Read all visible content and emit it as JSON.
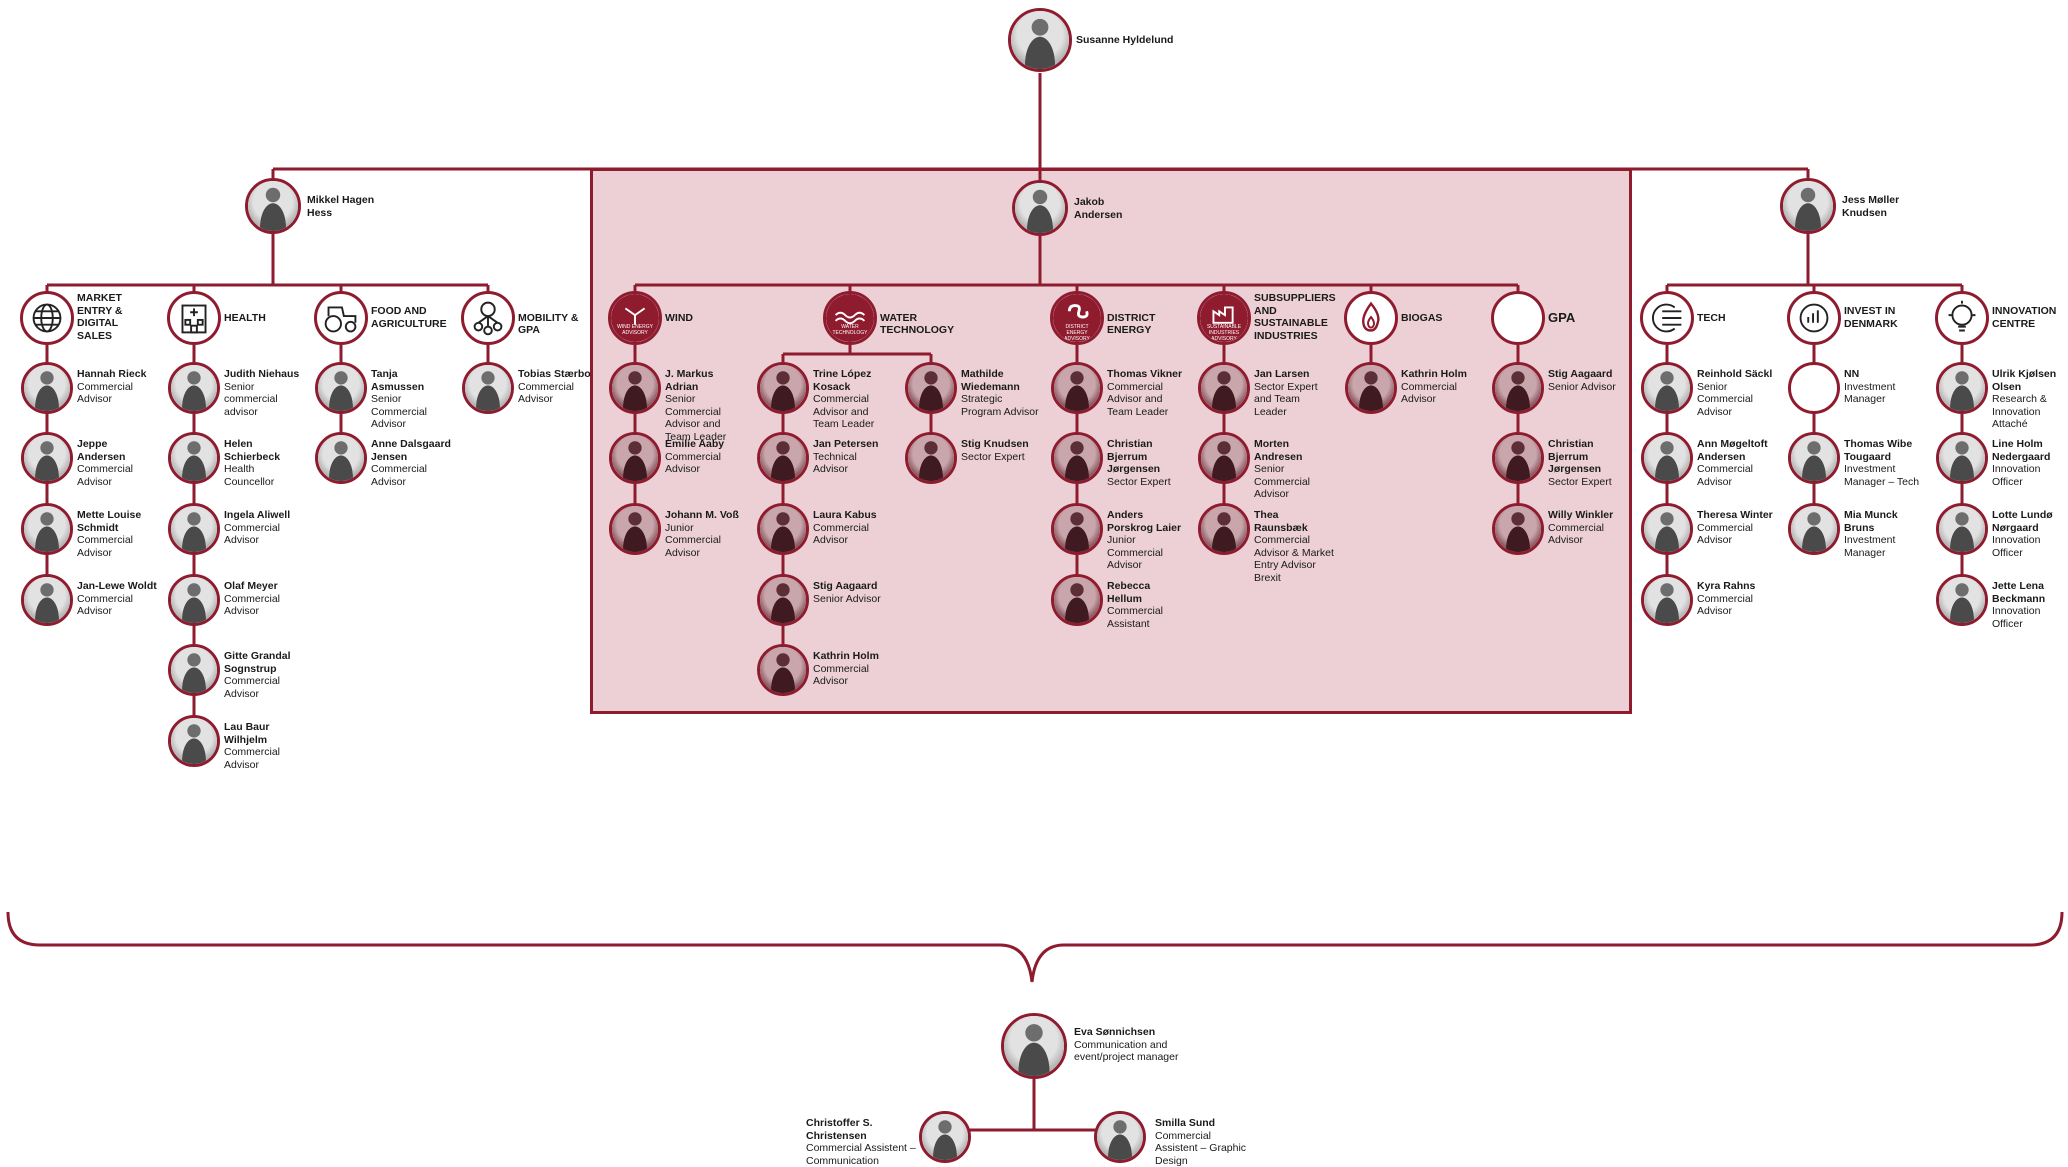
{
  "root": {
    "name": "Susanne Hyldelund"
  },
  "leaders": [
    {
      "name": "Mikkel Hagen Hess"
    },
    {
      "name": "Jakob Andersen"
    },
    {
      "name": "Jess Møller Knudsen"
    }
  ],
  "categories": [
    {
      "label": "MARKET ENTRY & DIGITAL SALES",
      "icon": "globe-icon"
    },
    {
      "label": "HEALTH",
      "icon": "hospital-icon"
    },
    {
      "label": "FOOD AND AGRICULTURE",
      "icon": "tractor-icon"
    },
    {
      "label": "MOBILITY & GPA",
      "icon": "network-icon"
    },
    {
      "label": "WIND",
      "icon": "wind-turbine-icon",
      "badge": "WIND ENERGY ADVISORY"
    },
    {
      "label": "WATER TECHNOLOGY",
      "icon": "water-icon",
      "badge": "WATER TECHNOLOGY"
    },
    {
      "label": "DISTRICT ENERGY",
      "icon": "district-energy-icon",
      "badge": "DISTRICT ENERGY ADVISORY"
    },
    {
      "label": "SUBSUPPLIERS AND SUSTAINABLE INDUSTRIES",
      "icon": "factory-icon",
      "badge": "SUSTAINABLE INDUSTRIES ADVISORY"
    },
    {
      "label": "BIOGAS",
      "icon": "flame-icon"
    },
    {
      "label": "GPA",
      "icon": ""
    },
    {
      "label": "TECH",
      "icon": "circuit-icon"
    },
    {
      "label": "INVEST IN DENMARK",
      "icon": "chart-icon"
    },
    {
      "label": "INNOVATION CENTRE",
      "icon": "lightbulb-icon"
    }
  ],
  "columns": [
    [
      {
        "name": "Hannah Rieck",
        "role": "Commercial Advisor"
      },
      {
        "name": "Jeppe Andersen",
        "role": "Commercial Advisor"
      },
      {
        "name": "Mette Louise Schmidt",
        "role": "Commercial Advisor"
      },
      {
        "name": "Jan-Lewe Woldt",
        "role": "Commercial Advisor"
      }
    ],
    [
      {
        "name": "Judith Niehaus",
        "role": "Senior commercial advisor"
      },
      {
        "name": "Helen Schierbeck",
        "role": "Health Councellor"
      },
      {
        "name": "Ingela Aliwell",
        "role": "Commercial Advisor"
      },
      {
        "name": "Olaf Meyer",
        "role": "Commercial Advisor"
      },
      {
        "name": "Gitte Grandal Sognstrup",
        "role": "Commercial Advisor"
      },
      {
        "name": "Lau Baur Wilhjelm",
        "role": "Commercial Advisor"
      }
    ],
    [
      {
        "name": "Tanja Asmussen",
        "role": "Senior Commercial Advisor"
      },
      {
        "name": "Anne Dalsgaard Jensen",
        "role": "Commercial Advisor"
      }
    ],
    [
      {
        "name": "Tobias Stærbo",
        "role": "Commercial Advisor"
      }
    ],
    [
      {
        "name": "J. Markus Adrian",
        "role": "Senior Commercial Advisor and Team Leader"
      },
      {
        "name": "Emilie Aaby",
        "role": "Commercial Advisor"
      },
      {
        "name": "Johann M. Voß",
        "role": "Junior Commercial Advisor"
      }
    ],
    [
      {
        "name": "Trine López Kosack",
        "role": "Commercial Advisor and Team Leader"
      },
      {
        "name": "Jan Petersen",
        "role": "Technical Advisor"
      },
      {
        "name": "Laura Kabus",
        "role": "Commercial Advisor"
      },
      {
        "name": "Stig Aagaard",
        "role": "Senior Advisor"
      },
      {
        "name": "Kathrin Holm",
        "role": "Commercial Advisor"
      }
    ],
    [
      {
        "name": "Mathilde Wiedemann",
        "role": "Strategic Program Advisor"
      },
      {
        "name": "Stig Knudsen",
        "role": "Sector Expert"
      }
    ],
    [
      {
        "name": "Thomas Vikner",
        "role": "Commercial Advisor and Team Leader"
      },
      {
        "name": "Christian Bjerrum Jørgensen",
        "role": "Sector Expert"
      },
      {
        "name": "Anders Porskrog Laier",
        "role": "Junior Commercial Advisor"
      },
      {
        "name": "Rebecca Hellum",
        "role": "Commercial Assistant"
      }
    ],
    [
      {
        "name": "Jan Larsen",
        "role": "Sector Expert and Team Leader"
      },
      {
        "name": "Morten Andresen",
        "role": "Senior Commercial Advisor"
      },
      {
        "name": "Thea Raunsbæk",
        "role": "Commercial Advisor & Market Entry Advisor Brexit"
      }
    ],
    [
      {
        "name": "Kathrin Holm",
        "role": "Commercial Advisor"
      }
    ],
    [
      {
        "name": "Stig Aagaard",
        "role": "Senior Advisor"
      },
      {
        "name": "Christian Bjerrum Jørgensen",
        "role": "Sector Expert"
      },
      {
        "name": "Willy Winkler",
        "role": "Commercial Advisor"
      }
    ],
    [
      {
        "name": "Reinhold Säckl",
        "role": "Senior Commercial Advisor"
      },
      {
        "name": "Ann Møgeltoft Andersen",
        "role": "Commercial Advisor"
      },
      {
        "name": "Theresa Winter",
        "role": "Commercial Advisor"
      },
      {
        "name": "Kyra Rahns",
        "role": "Commercial Advisor"
      }
    ],
    [
      {
        "name": "NN",
        "role": "Investment Manager"
      },
      {
        "name": "Thomas Wibe Tougaard",
        "role": "Investment Manager – Tech"
      },
      {
        "name": "Mia Munck Bruns",
        "role": "Investment Manager"
      }
    ],
    [
      {
        "name": "Ulrik Kjølsen Olsen",
        "role": "Research & Innovation Attaché"
      },
      {
        "name": "Line Holm Nedergaard",
        "role": "Innovation Officer"
      },
      {
        "name": "Lotte Lundø Nørgaard",
        "role": "Innovation Officer"
      },
      {
        "name": "Jette Lena Beckmann",
        "role": "Innovation Officer"
      }
    ]
  ],
  "support": {
    "lead": {
      "name": "Eva Sønnichsen",
      "role": "Communication and event/project manager"
    },
    "members": [
      {
        "name": "Christoffer S. Christensen",
        "role": "Commercial Assistent – Communication"
      },
      {
        "name": "Smilla Sund",
        "role": "Commercial Assistent – Graphic Design"
      }
    ]
  },
  "colors": {
    "accent": "#8e1b2e",
    "highlight": "#ecd0d5"
  }
}
